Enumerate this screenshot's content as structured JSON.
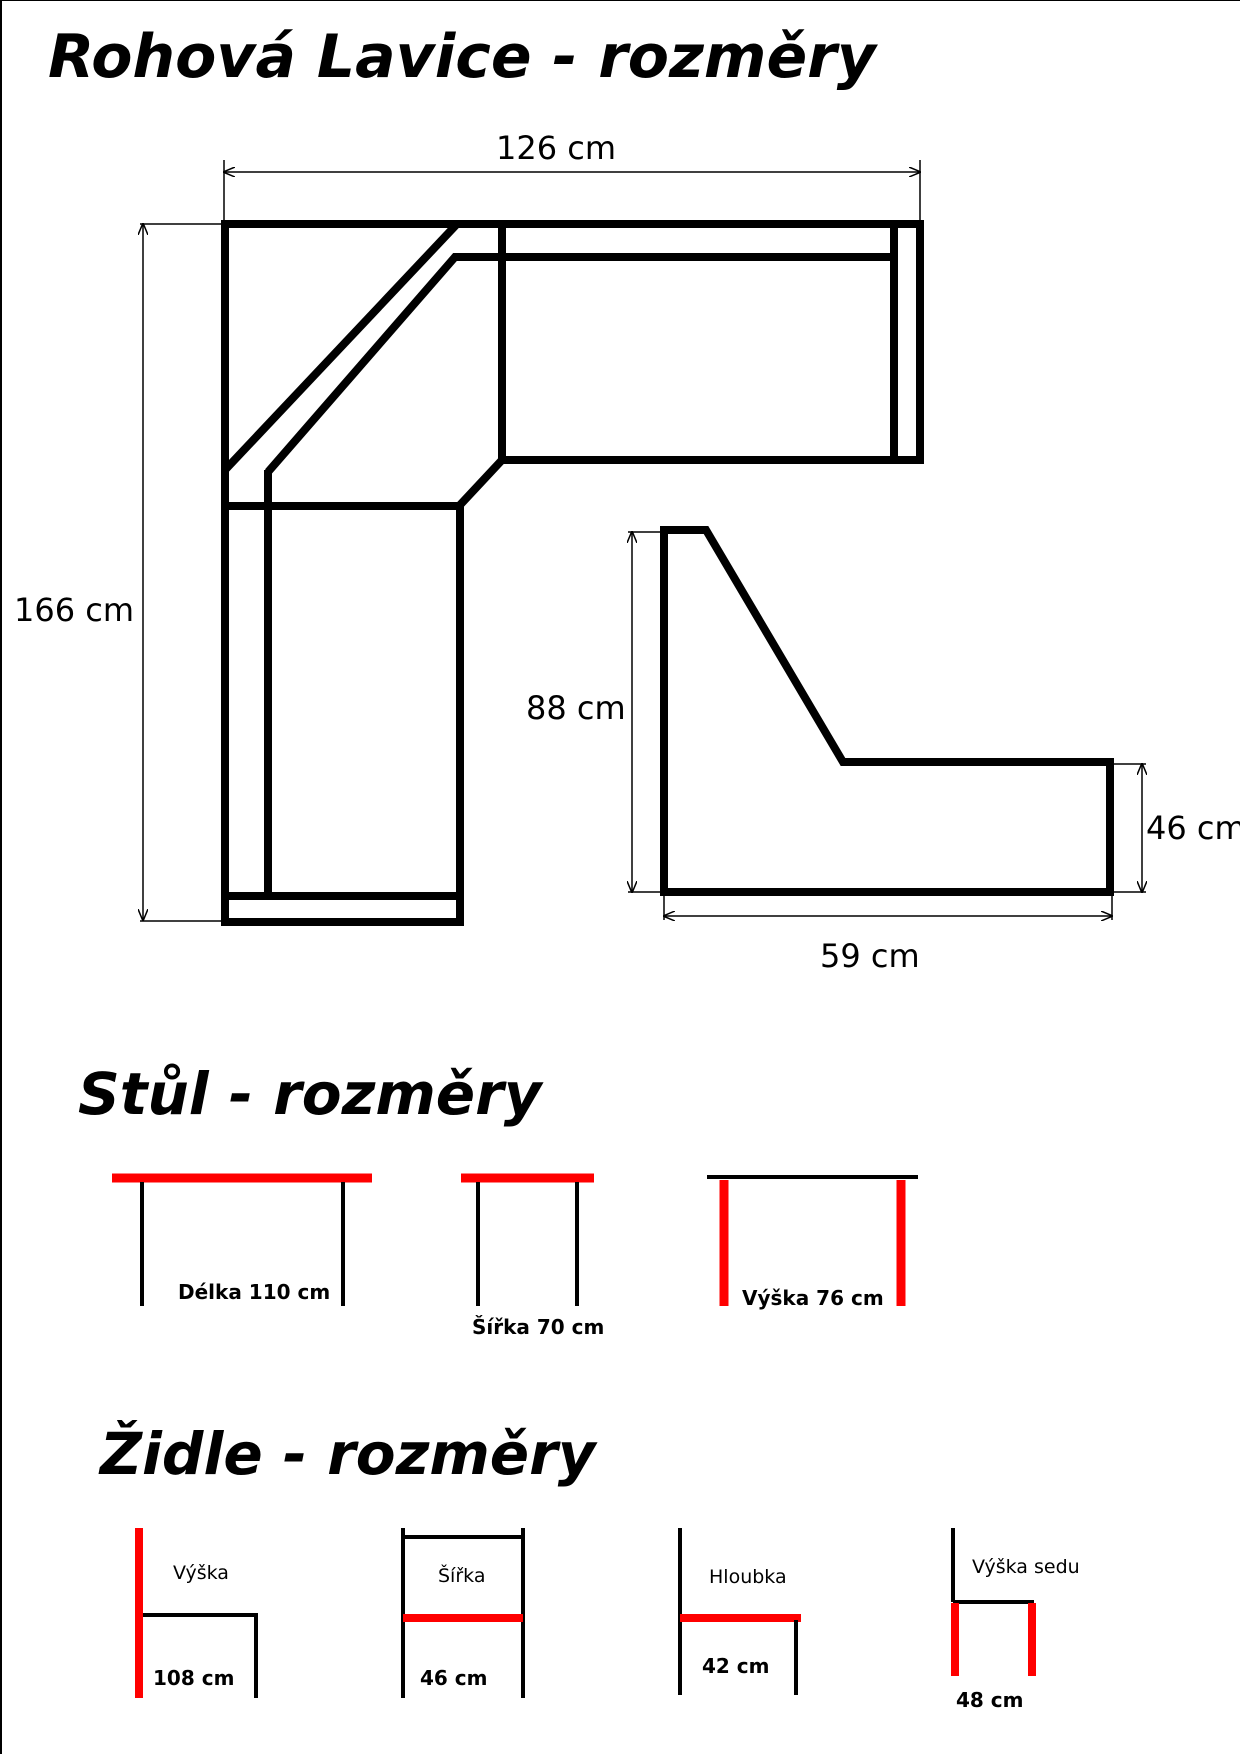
{
  "sections": {
    "bench_title": "Rohová Lavice - rozměry",
    "table_title": "Stůl - rozměry",
    "chair_title": "Židle - rozměry"
  },
  "bench": {
    "width_label": "126 cm",
    "height_label": "166 cm",
    "side_height_label": "88 cm",
    "seat_height_label": "46 cm",
    "depth_label": "59 cm"
  },
  "table": {
    "length_label": "Délka 110 cm",
    "width_label": "Šířka 70 cm",
    "height_label": "Výška 76 cm"
  },
  "chair": {
    "height_name": "Výška",
    "height_value": "108 cm",
    "width_name": "Šířka",
    "width_value": "46 cm",
    "depth_name": "Hloubka",
    "depth_value": "42 cm",
    "seat_height_name": "Výška sedu",
    "seat_height_value": "48 cm"
  },
  "colors": {
    "highlight": "#ff0000",
    "line": "#000000"
  }
}
